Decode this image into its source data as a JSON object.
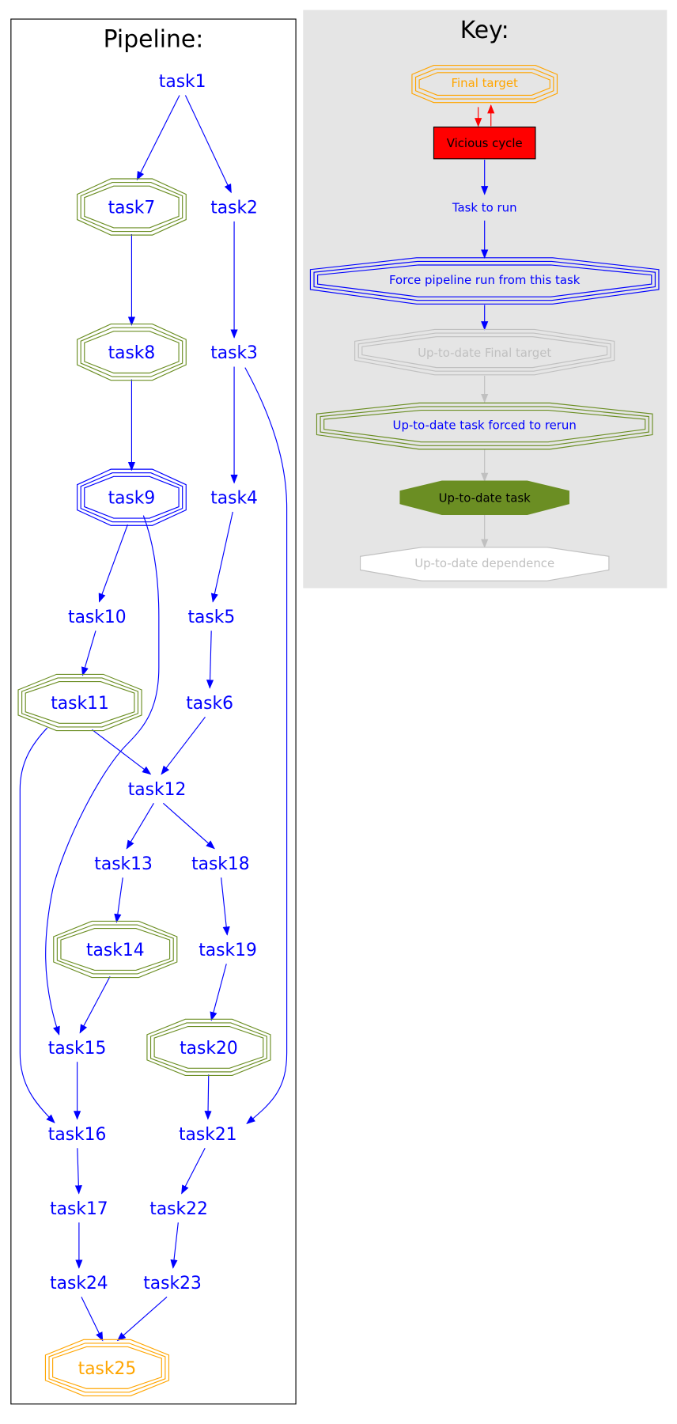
{
  "pipeline": {
    "title": "Pipeline:",
    "nodes": [
      {
        "id": "task1",
        "label": "task1",
        "style": "task_to_run"
      },
      {
        "id": "task2",
        "label": "task2",
        "style": "task_to_run"
      },
      {
        "id": "task3",
        "label": "task3",
        "style": "task_to_run"
      },
      {
        "id": "task4",
        "label": "task4",
        "style": "task_to_run"
      },
      {
        "id": "task5",
        "label": "task5",
        "style": "task_to_run"
      },
      {
        "id": "task6",
        "label": "task6",
        "style": "task_to_run"
      },
      {
        "id": "task7",
        "label": "task7",
        "style": "uptodate_forced_rerun"
      },
      {
        "id": "task8",
        "label": "task8",
        "style": "uptodate_forced_rerun"
      },
      {
        "id": "task9",
        "label": "task9",
        "style": "force_from_here"
      },
      {
        "id": "task10",
        "label": "task10",
        "style": "task_to_run"
      },
      {
        "id": "task11",
        "label": "task11",
        "style": "uptodate_forced_rerun"
      },
      {
        "id": "task12",
        "label": "task12",
        "style": "task_to_run"
      },
      {
        "id": "task13",
        "label": "task13",
        "style": "task_to_run"
      },
      {
        "id": "task14",
        "label": "task14",
        "style": "uptodate_forced_rerun"
      },
      {
        "id": "task15",
        "label": "task15",
        "style": "task_to_run"
      },
      {
        "id": "task16",
        "label": "task16",
        "style": "task_to_run"
      },
      {
        "id": "task17",
        "label": "task17",
        "style": "task_to_run"
      },
      {
        "id": "task18",
        "label": "task18",
        "style": "task_to_run"
      },
      {
        "id": "task19",
        "label": "task19",
        "style": "task_to_run"
      },
      {
        "id": "task20",
        "label": "task20",
        "style": "uptodate_forced_rerun"
      },
      {
        "id": "task21",
        "label": "task21",
        "style": "task_to_run"
      },
      {
        "id": "task22",
        "label": "task22",
        "style": "task_to_run"
      },
      {
        "id": "task23",
        "label": "task23",
        "style": "task_to_run"
      },
      {
        "id": "task24",
        "label": "task24",
        "style": "task_to_run"
      },
      {
        "id": "task25",
        "label": "task25",
        "style": "final_target"
      }
    ],
    "edges": [
      [
        "task1",
        "task7"
      ],
      [
        "task1",
        "task2"
      ],
      [
        "task7",
        "task8"
      ],
      [
        "task2",
        "task3"
      ],
      [
        "task8",
        "task9"
      ],
      [
        "task3",
        "task4"
      ],
      [
        "task3",
        "task21"
      ],
      [
        "task9",
        "task10"
      ],
      [
        "task9",
        "task15"
      ],
      [
        "task4",
        "task5"
      ],
      [
        "task10",
        "task11"
      ],
      [
        "task5",
        "task6"
      ],
      [
        "task11",
        "task12"
      ],
      [
        "task11",
        "task16"
      ],
      [
        "task6",
        "task12"
      ],
      [
        "task12",
        "task13"
      ],
      [
        "task12",
        "task18"
      ],
      [
        "task13",
        "task14"
      ],
      [
        "task18",
        "task19"
      ],
      [
        "task14",
        "task15"
      ],
      [
        "task19",
        "task20"
      ],
      [
        "task15",
        "task16"
      ],
      [
        "task20",
        "task21"
      ],
      [
        "task16",
        "task17"
      ],
      [
        "task21",
        "task22"
      ],
      [
        "task17",
        "task24"
      ],
      [
        "task22",
        "task23"
      ],
      [
        "task24",
        "task25"
      ],
      [
        "task23",
        "task25"
      ]
    ]
  },
  "key": {
    "title": "Key:",
    "items": [
      {
        "label": "Final target",
        "style": "final_target"
      },
      {
        "label": "Vicious cycle",
        "style": "vicious_cycle"
      },
      {
        "label": "Task to run",
        "style": "task_to_run"
      },
      {
        "label": "Force pipeline run from this task",
        "style": "force_from_here"
      },
      {
        "label": "Up-to-date Final target",
        "style": "uptodate_final_target"
      },
      {
        "label": "Up-to-date task forced to rerun",
        "style": "uptodate_forced_rerun"
      },
      {
        "label": "Up-to-date task",
        "style": "uptodate_task"
      },
      {
        "label": "Up-to-date dependence",
        "style": "uptodate_dependence"
      }
    ]
  },
  "colors": {
    "task_text": "#0000ff",
    "final_target": "#ffa500",
    "forced_rerun_border": "#6b8e23",
    "force_from_here_border": "#0000ff",
    "vicious_cycle_fill": "#ff0000",
    "uptodate_gray": "#c0c0c0",
    "uptodate_task_fill": "#6b8e23",
    "key_background": "#e5e5e5",
    "edge_blue": "#0000ff",
    "edge_red": "#ff0000"
  }
}
